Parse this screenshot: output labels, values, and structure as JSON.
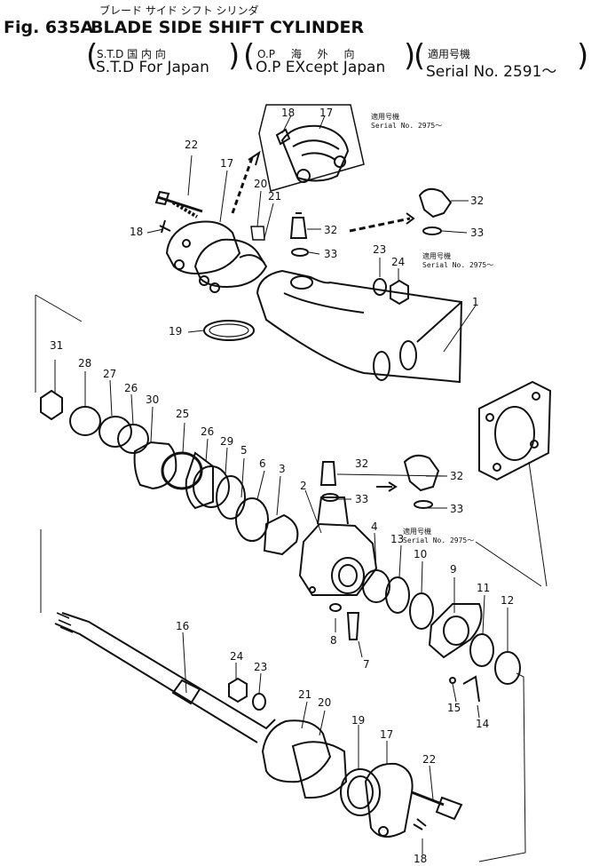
{
  "header": {
    "jp_title": "ブレード サイド シフト シリンダ",
    "fig_label": "Fig. 635A",
    "title": "BLADE SIDE SHIFT CYLINDER",
    "std_jp": "S.T.D 国 内 向",
    "std_en": "S.T.D For Japan",
    "op_jp": "O.P 海 外 向",
    "op_en": "O.P EXcept Japan",
    "serial_jp": "適用号機",
    "serial_en": "Serial No. 2591～"
  },
  "notes": {
    "applicable_jp": "適用号機",
    "applicable_en": "Serial No. 2975～"
  },
  "callouts": [
    "1",
    "2",
    "3",
    "4",
    "5",
    "6",
    "7",
    "8",
    "9",
    "10",
    "11",
    "12",
    "13",
    "14",
    "15",
    "16",
    "17",
    "18",
    "19",
    "20",
    "21",
    "22",
    "23",
    "24",
    "25",
    "26",
    "27",
    "28",
    "29",
    "30",
    "31",
    "32",
    "33"
  ]
}
